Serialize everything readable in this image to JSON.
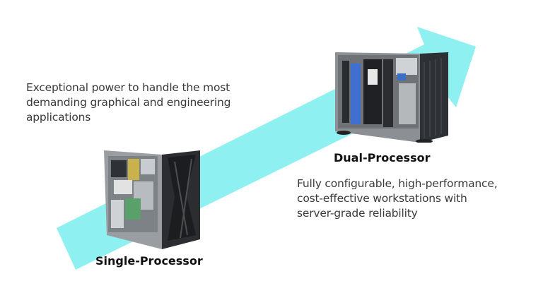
{
  "arrow": {
    "color": "#8EF0F0",
    "direction": "up-right"
  },
  "single": {
    "label": "Single-Processor",
    "description": [
      "Exceptional power to handle the most",
      "demanding graphical and engineering",
      "applications"
    ],
    "image": "tower-workstation-image"
  },
  "dual": {
    "label": "Dual-Processor",
    "description": [
      "Fully configurable, high-performance,",
      "cost-effective workstations with",
      "server-grade reliability"
    ],
    "image": "4u-tower-server-image"
  }
}
